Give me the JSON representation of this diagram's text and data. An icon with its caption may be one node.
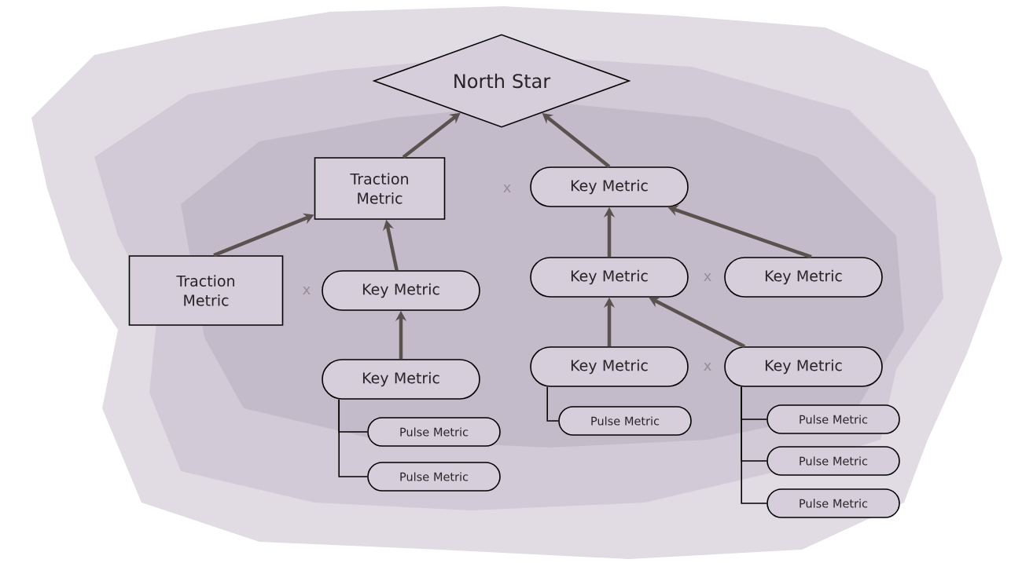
{
  "diagram": {
    "nodes": [
      {
        "text": [
          "North Star"
        ]
      },
      {
        "text": [
          "Traction Metric"
        ]
      },
      {
        "text": [
          "Key Metric"
        ]
      },
      {
        "text": [
          "Traction Metric"
        ]
      },
      {
        "text": [
          "Key Metric"
        ]
      },
      {
        "text": [
          "Key Metric"
        ]
      },
      {
        "text": [
          "Key Metric"
        ]
      },
      {
        "text": [
          "Key Metric"
        ]
      },
      {
        "text": [
          "Key Metric"
        ]
      },
      {
        "text": [
          "Key Metric"
        ]
      },
      {
        "text": [
          "Pulse Metric"
        ]
      },
      {
        "text": [
          "Pulse Metric"
        ]
      },
      {
        "text": [
          "Pulse Metric"
        ]
      },
      {
        "text": [
          "Pulse Metric"
        ]
      },
      {
        "text": [
          "Pulse Metric"
        ]
      },
      {
        "text": [
          "Pulse Metric"
        ]
      }
    ],
    "edges": [
      {
        "from": 1,
        "to": 0,
        "arrow": "to"
      },
      {
        "from": 2,
        "to": 0,
        "arrow": "to"
      },
      {
        "from": 3,
        "to": 1,
        "arrow": "to"
      },
      {
        "from": 4,
        "to": 1,
        "arrow": "to"
      },
      {
        "from": 7,
        "to": 4,
        "arrow": "to"
      },
      {
        "from": 5,
        "to": 2,
        "arrow": "to"
      },
      {
        "from": 6,
        "to": 2,
        "arrow": "to"
      },
      {
        "from": 8,
        "to": 5,
        "arrow": "to"
      },
      {
        "from": 9,
        "to": 5,
        "arrow": "to"
      },
      {
        "from": 7,
        "to": 10,
        "arrow": "none",
        "color": "#000000"
      },
      {
        "from": 7,
        "to": 11,
        "arrow": "none",
        "color": "#000000"
      },
      {
        "from": 8,
        "to": 12,
        "arrow": "none",
        "color": "#000000"
      },
      {
        "from": 9,
        "to": 13,
        "arrow": "none",
        "color": "#000000"
      },
      {
        "from": 9,
        "to": 14,
        "arrow": "none",
        "color": "#000000"
      },
      {
        "from": 9,
        "to": 15,
        "arrow": "none",
        "color": "#000000"
      }
    ],
    "labels": [
      "x",
      "x",
      "x",
      "x"
    ]
  }
}
